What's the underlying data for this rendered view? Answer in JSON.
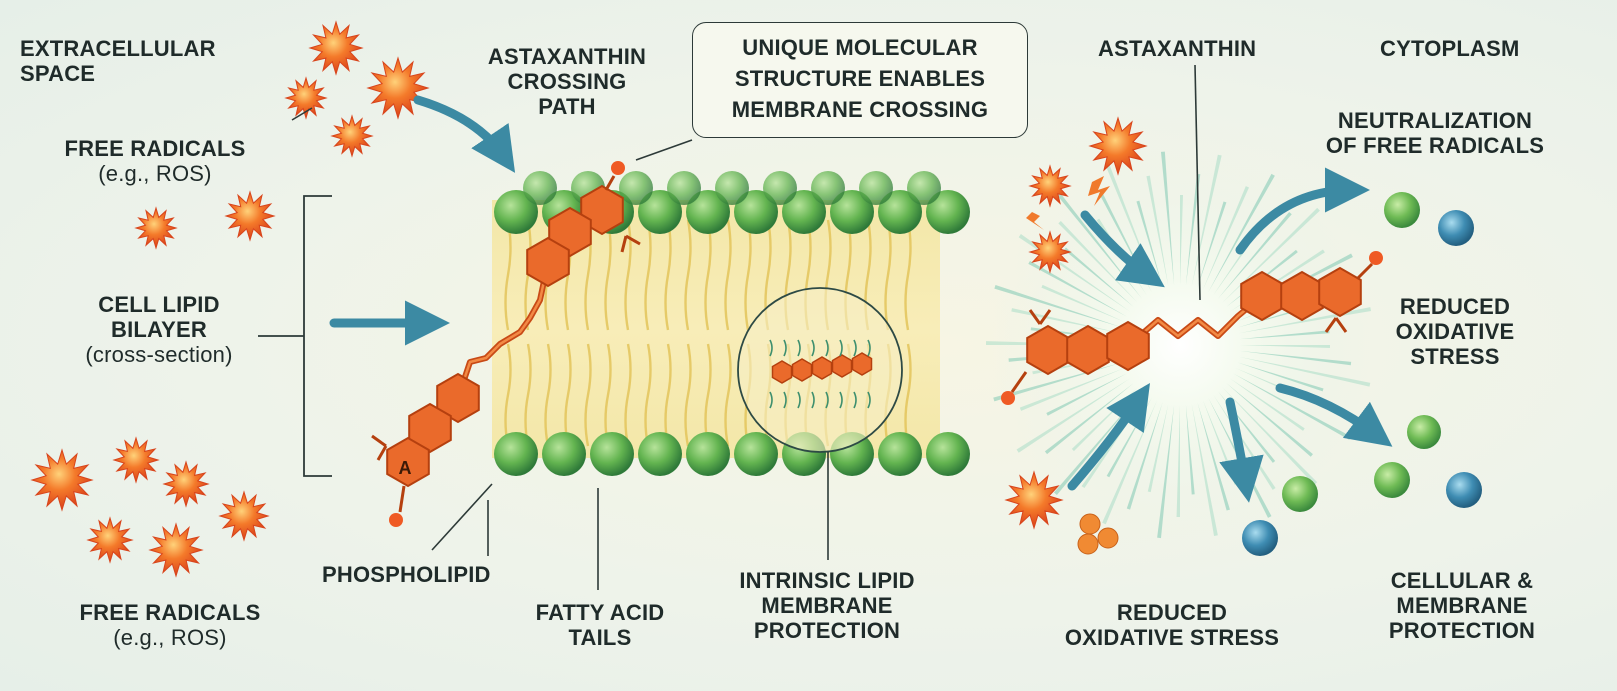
{
  "labels": {
    "extracellular_space": [
      "EXTRACELLULAR",
      "SPACE"
    ],
    "free_radicals_top": [
      "FREE RADICALS",
      "(e.g., ROS)"
    ],
    "cell_lipid_bilayer": [
      "CELL LIPID",
      "BILAYER",
      "(cross-section)"
    ],
    "free_radicals_bottom": [
      "FREE RADICALS",
      "(e.g., ROS)"
    ],
    "phospholipid": "PHOSPHOLIPID",
    "fatty_acid_tails": [
      "FATTY ACID",
      "TAILS"
    ],
    "intrinsic_protection": [
      "INTRINSIC LIPID",
      "MEMBRANE",
      "PROTECTION"
    ],
    "astaxanthin_crossing": [
      "ASTAXANTHIN",
      "CROSSING",
      "PATH"
    ],
    "unique_structure": [
      "UNIQUE MOLECULAR",
      "STRUCTURE ENABLES",
      "MEMBRANE CROSSING"
    ],
    "astaxanthin": "ASTAXANTHIN",
    "cytoplasm": "CYTOPLASM",
    "neutralization": [
      "NEUTRALIZATION",
      "OF FREE RADICALS"
    ],
    "reduced_stress_right": [
      "REDUCED",
      "OXIDATIVE",
      "STRESS"
    ],
    "reduced_stress_bottom": [
      "REDUCED",
      "OXIDATIVE STRESS"
    ],
    "cellular_protection": [
      "CELLULAR &",
      "MEMBRANE",
      "PROTECTION"
    ],
    "ring_letter": "A"
  },
  "colors": {
    "text": "#1f2b2a",
    "radical": "#ef5a24",
    "molecule": "#e8692b",
    "membrane_head": "#5fae4f",
    "lipid_tail": "#e9cf69",
    "arrow": "#3c8aa3",
    "blue_ball": "#3f8db3",
    "green_ball": "#6fbb55"
  },
  "icons": [
    "free-radical-starburst-icon",
    "phospholipid-head-icon",
    "astaxanthin-molecule-icon",
    "neutralized-molecule-icon",
    "flow-arrow-icon"
  ]
}
